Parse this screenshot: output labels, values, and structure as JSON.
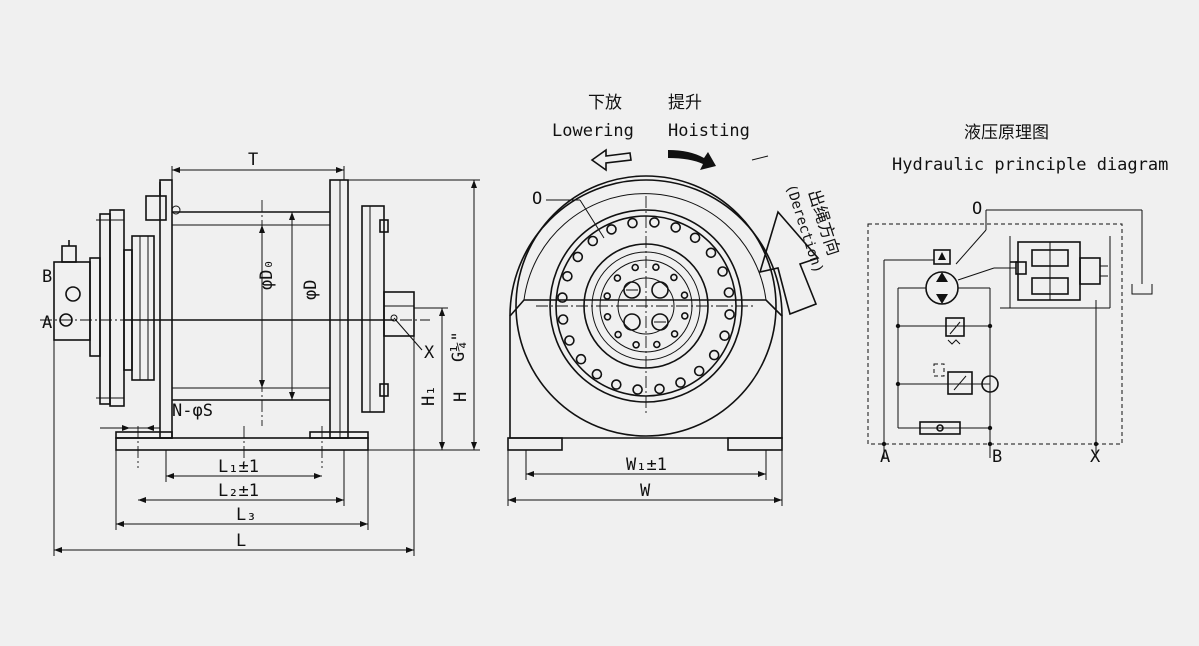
{
  "labels": {
    "lowering_cn": "下放",
    "lowering_en": "Lowering",
    "hoisting_cn": "提升",
    "hoisting_en": "Hoisting",
    "direction_cn": "出绳方向",
    "direction_en": "(Derection)",
    "hydraulic_cn": "液压原理图",
    "hydraulic_en": "Hydraulic principle diagram",
    "port_o_front": "O",
    "port_o_hyd": "O",
    "port_a_side": "A",
    "port_b_side": "B",
    "port_a_hyd": "A",
    "port_b_hyd": "B",
    "port_x_hyd": "X",
    "port_x_side": "X",
    "dim_T": "T",
    "dim_D0": "φD₀",
    "dim_D": "φD",
    "dim_G": "G¼\"",
    "dim_H1": "H₁",
    "dim_H": "H",
    "dim_NS": "N-φS",
    "dim_L1": "L₁±1",
    "dim_L2": "L₂±1",
    "dim_L3": "L₃",
    "dim_L": "L",
    "dim_W1": "W₁±1",
    "dim_W": "W"
  },
  "colors": {
    "ink": "#111111",
    "background": "#f0f0f0"
  }
}
